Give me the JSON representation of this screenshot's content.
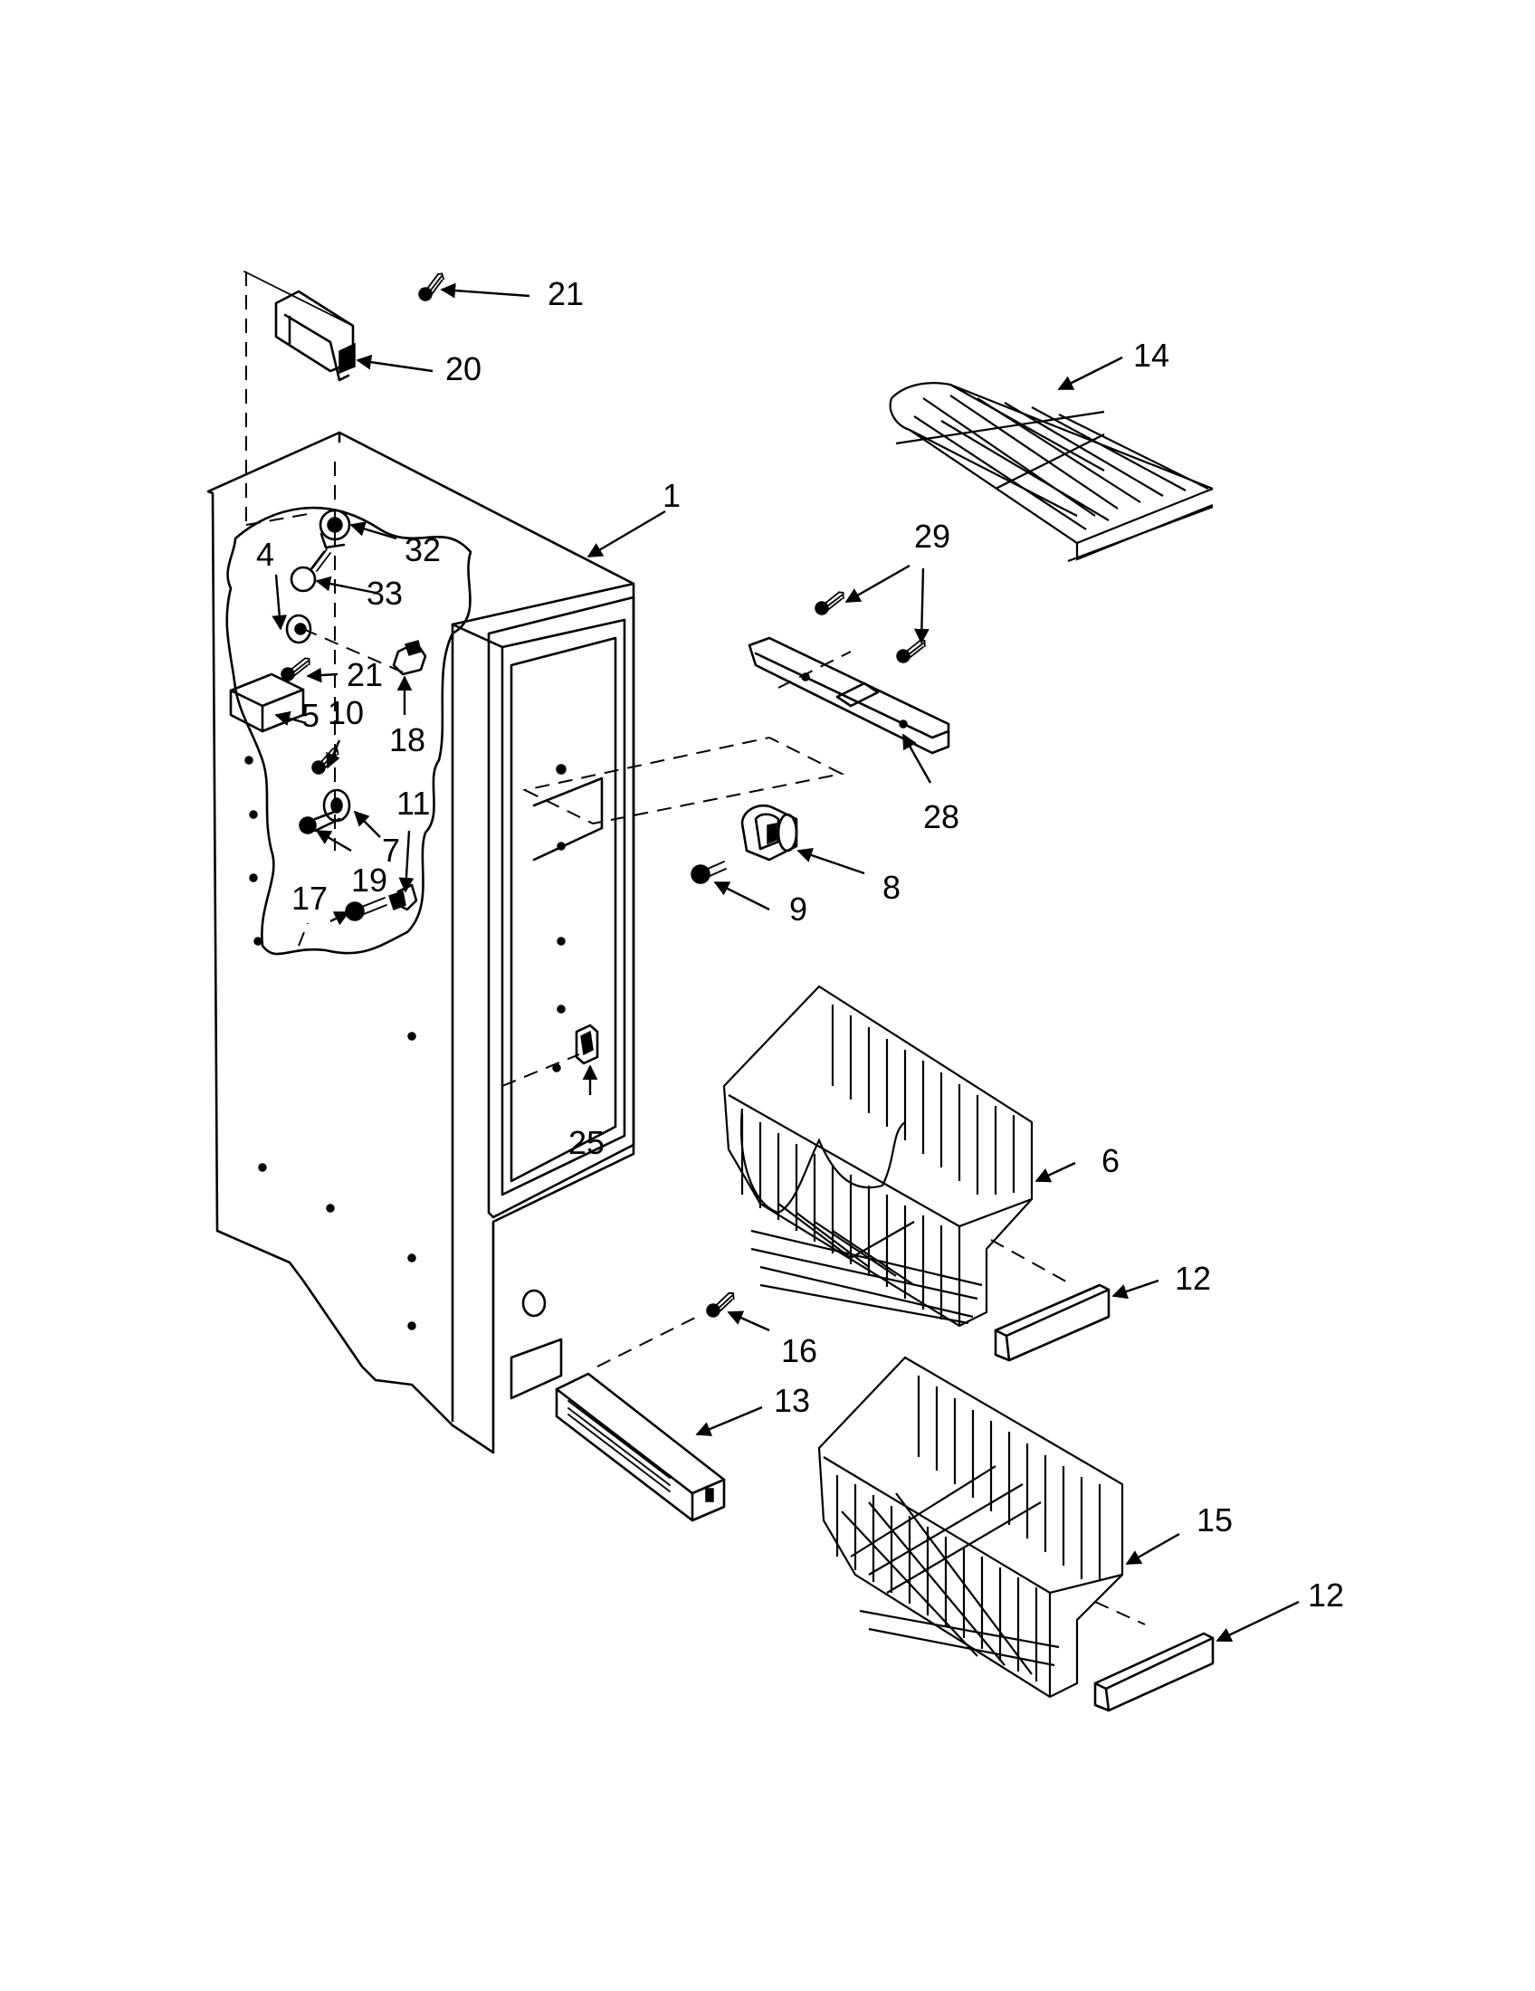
{
  "diagram": {
    "type": "exploded-parts-view",
    "callouts": [
      {
        "id": "c1",
        "label": "1"
      },
      {
        "id": "c4",
        "label": "4"
      },
      {
        "id": "c5",
        "label": "5"
      },
      {
        "id": "c6",
        "label": "6"
      },
      {
        "id": "c7",
        "label": "7"
      },
      {
        "id": "c8",
        "label": "8"
      },
      {
        "id": "c9",
        "label": "9"
      },
      {
        "id": "c10",
        "label": "10"
      },
      {
        "id": "c11",
        "label": "11"
      },
      {
        "id": "c12a",
        "label": "12"
      },
      {
        "id": "c12b",
        "label": "12"
      },
      {
        "id": "c13",
        "label": "13"
      },
      {
        "id": "c14",
        "label": "14"
      },
      {
        "id": "c15",
        "label": "15"
      },
      {
        "id": "c16",
        "label": "16"
      },
      {
        "id": "c17",
        "label": "17"
      },
      {
        "id": "c18",
        "label": "18"
      },
      {
        "id": "c19",
        "label": "19"
      },
      {
        "id": "c20",
        "label": "20"
      },
      {
        "id": "c21a",
        "label": "21"
      },
      {
        "id": "c21b",
        "label": "21"
      },
      {
        "id": "c25",
        "label": "25"
      },
      {
        "id": "c28",
        "label": "28"
      },
      {
        "id": "c29",
        "label": "29"
      },
      {
        "id": "c32",
        "label": "32"
      },
      {
        "id": "c33",
        "label": "33"
      }
    ]
  }
}
